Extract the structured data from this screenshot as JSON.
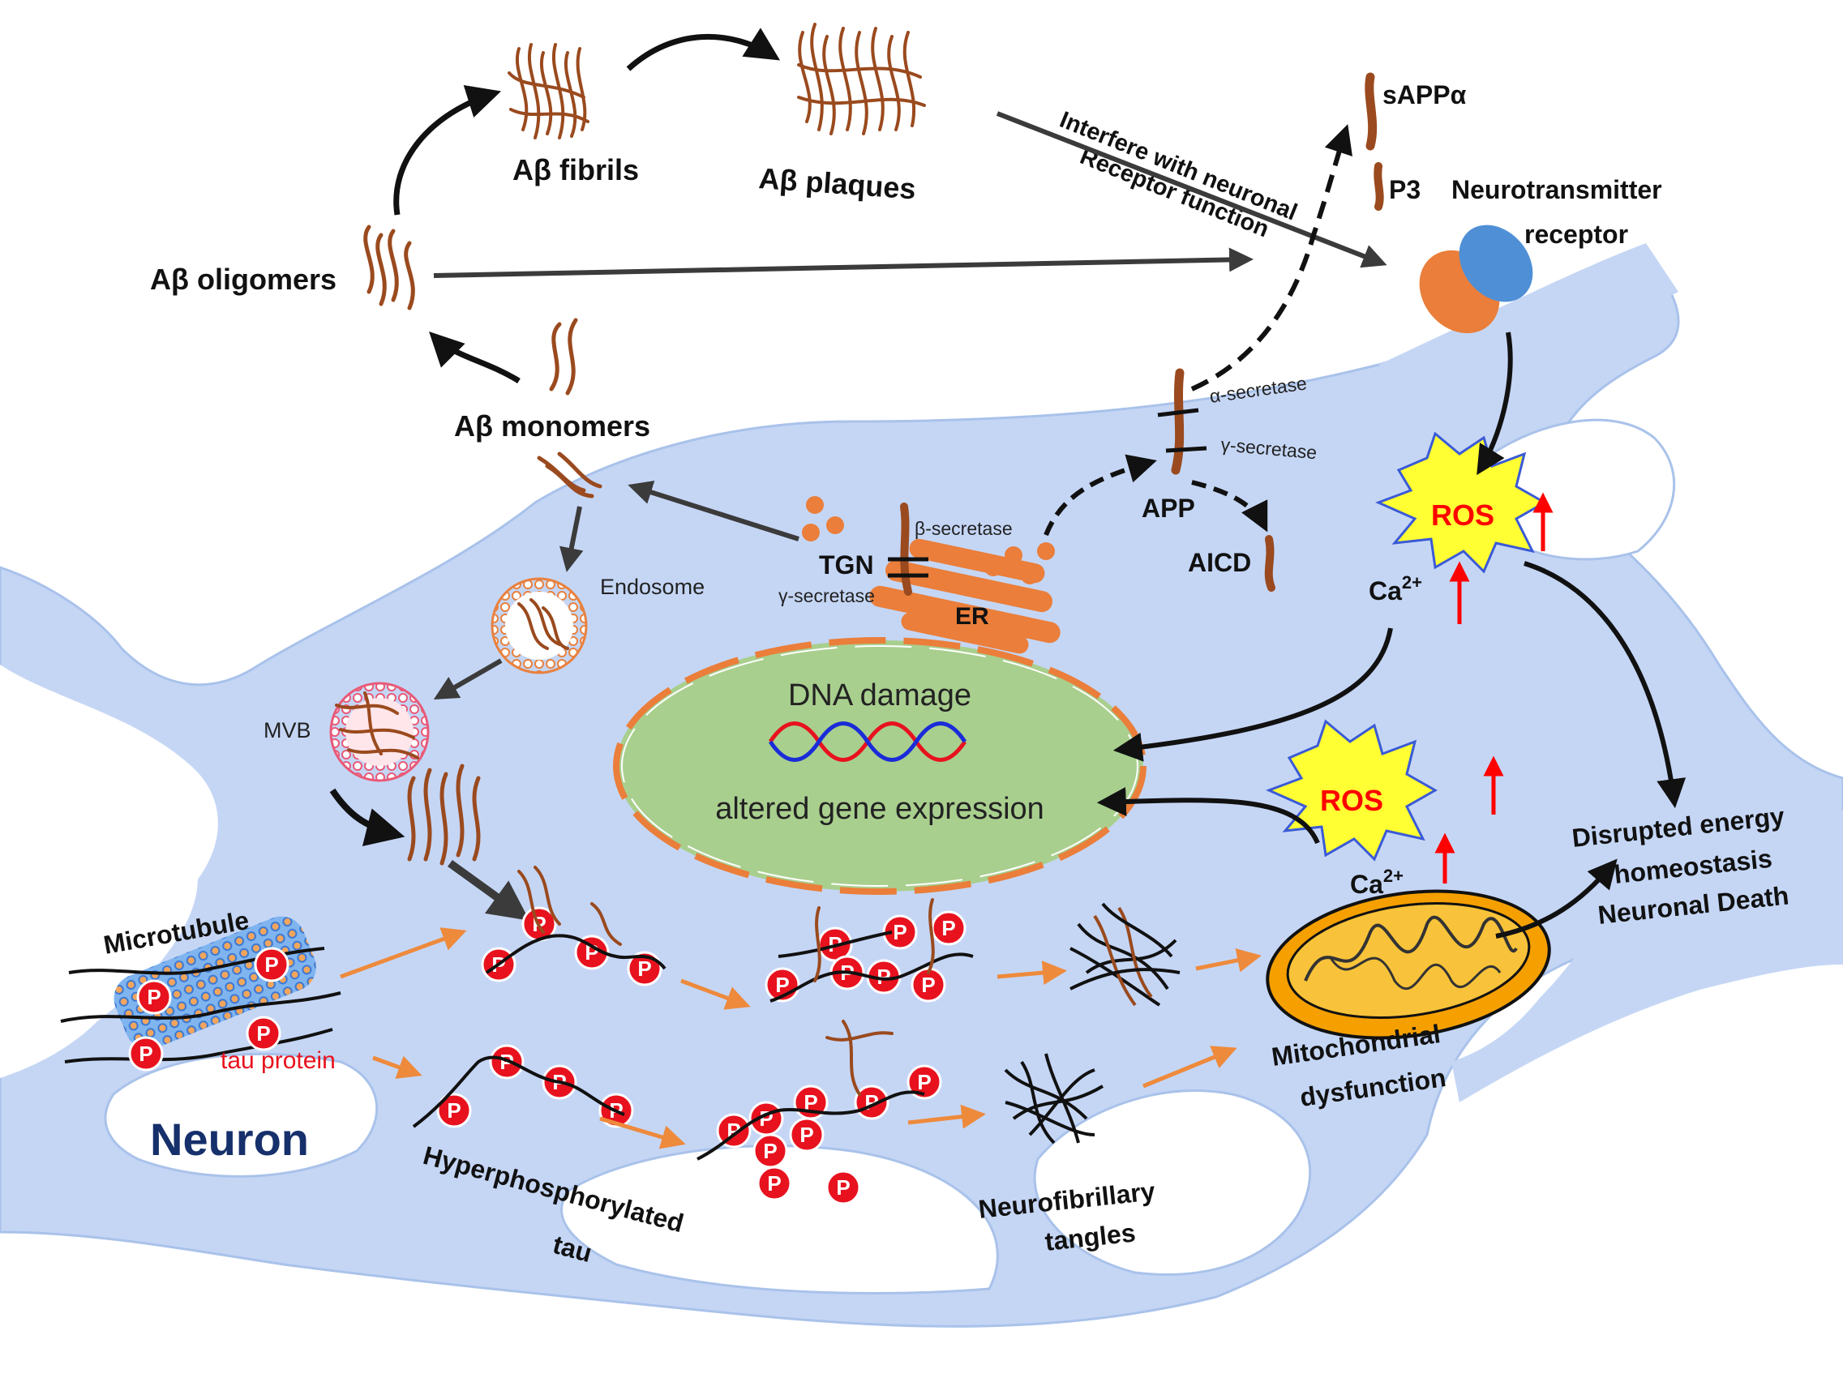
{
  "aggregation": {
    "oligomers": "Aβ oligomers",
    "fibrils": "Aβ fibrils",
    "plaques": "Aβ plaques",
    "monomers": "Aβ monomers",
    "interfere_line1": "Interfere with neuronal",
    "interfere_line2": "Receptor function"
  },
  "app_processing": {
    "sappa": "sAPPα",
    "p3": "P3",
    "alpha_secretase": "α-secretase",
    "gamma_secretase_membrane": "γ-secretase",
    "app": "APP",
    "aicd": "AICD",
    "tgn": "TGN",
    "beta_secretase": "β-secretase",
    "gamma_secretase_er": "γ-secretase",
    "er": "ER"
  },
  "receptor": {
    "line1": "Neurotransmitter",
    "line2": "receptor"
  },
  "stress": {
    "ros_top": "ROS",
    "ros_bottom": "ROS",
    "ca_top": "Ca",
    "ca_top_sup": "2+",
    "ca_bottom": "Ca",
    "ca_bottom_sup": "2+"
  },
  "vesicles": {
    "endosome": "Endosome",
    "mvb": "MVB"
  },
  "nucleus": {
    "dna_damage": "DNA damage",
    "gene_expression": "altered gene expression"
  },
  "tau": {
    "microtubule": "Microtubule",
    "tau_protein": "tau protein",
    "hyper_line1": "Hyperphosphorylated",
    "hyper_line2": "tau",
    "nft_line1": "Neurofibrillary",
    "nft_line2": "tangles",
    "p": "P"
  },
  "mito": {
    "line1": "Mitochondrial",
    "line2": "dysfunction"
  },
  "outcome": {
    "line1": "Disrupted energy",
    "line2": "homeostasis",
    "line3": "Neuronal Death"
  },
  "neuron": "Neuron",
  "colors": {
    "cell": "#c5d6f5",
    "cell_edge": "#a9c2ea",
    "fibril": "#9a4a1e",
    "orange": "#ea7e3a",
    "nucleus": "#a9cf8e",
    "ros_fill": "#ffff33",
    "ros_text": "#ff0000",
    "p_red": "#e8121e",
    "neuron_text": "#16306b",
    "arrow_orange": "#ee8a3c"
  }
}
